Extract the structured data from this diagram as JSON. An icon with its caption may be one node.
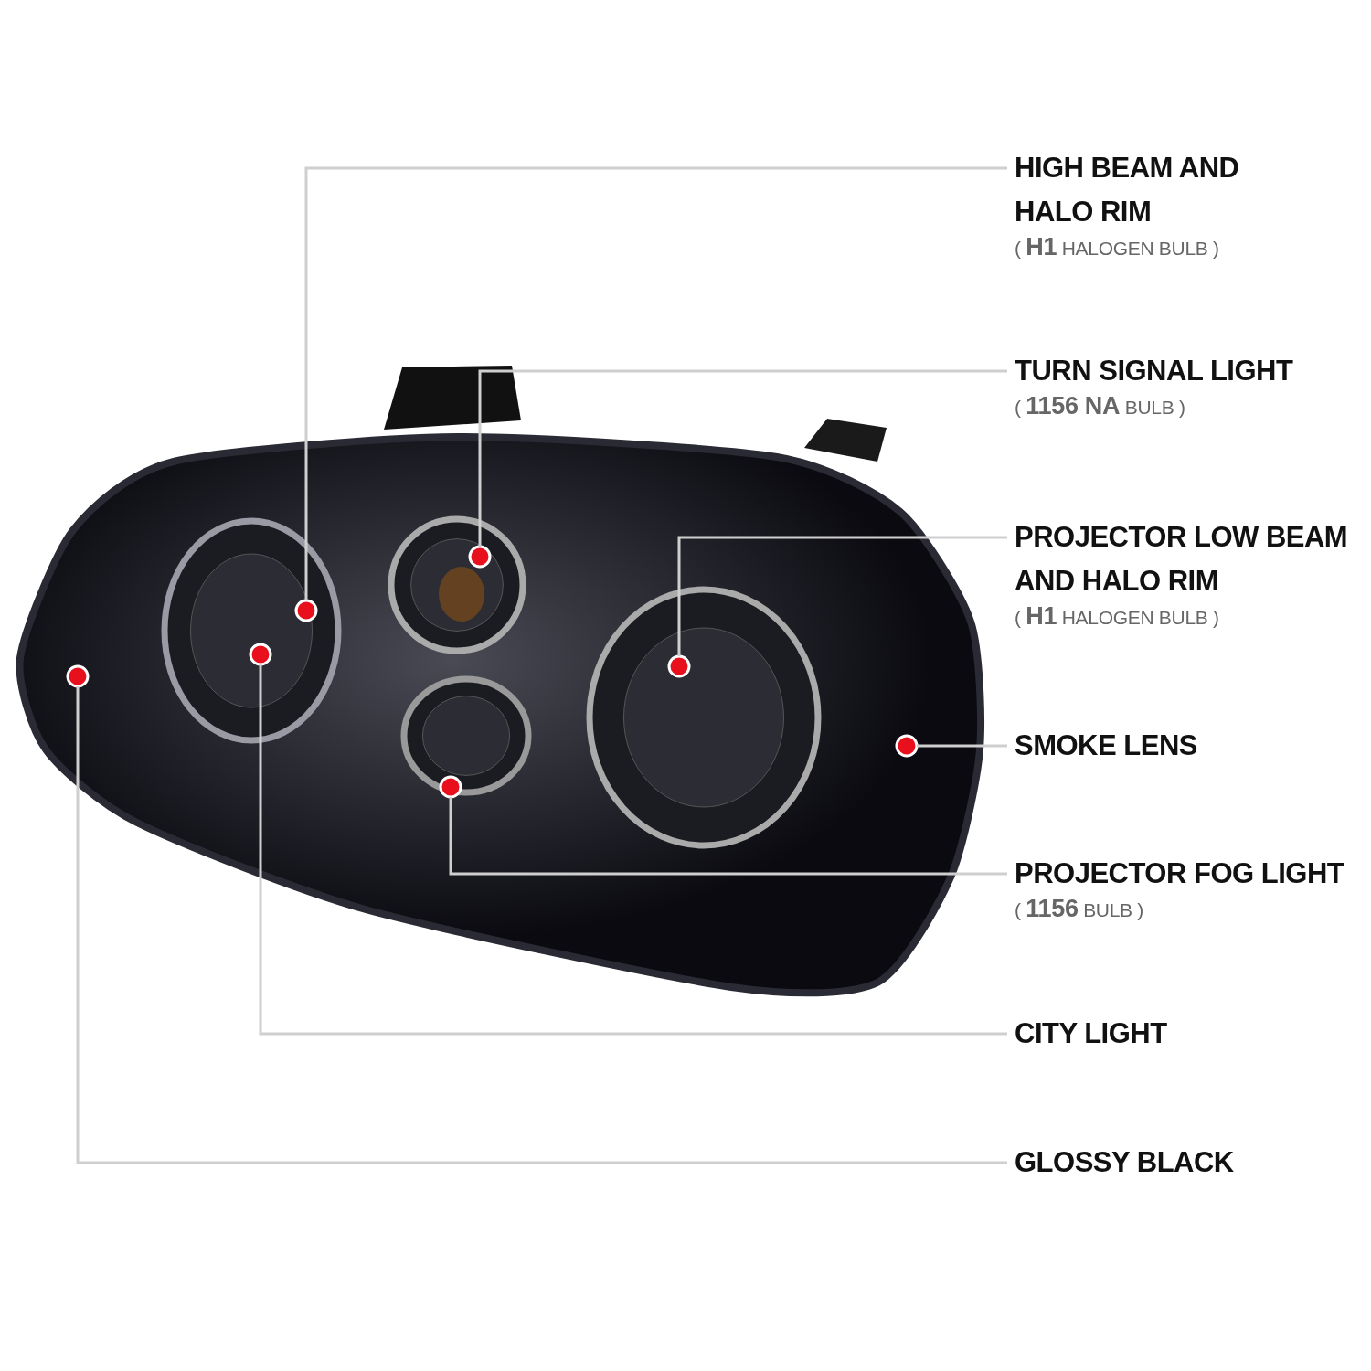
{
  "diagram": {
    "nodes": [
      {
        "text": [],
        "shape": "picture"
      },
      {
        "text": [],
        "shape": "circle",
        "in": 0
      },
      {
        "text": [],
        "shape": "circle",
        "in": 0
      },
      {
        "text": [],
        "shape": "circle",
        "in": 0
      },
      {
        "text": [],
        "shape": "circle",
        "in": 0
      },
      {
        "text": [],
        "shape": "circle",
        "in": 0
      },
      {
        "text": [],
        "shape": "circle",
        "in": 0
      },
      {
        "text": [],
        "shape": "circle",
        "in": 0
      },
      {
        "text": [
          "HIGH BEAM AND HALO RIM",
          "( **H1** HALOGEN BULB )"
        ]
      },
      {
        "text": [
          "TURN SIGNAL LIGHT",
          "( **1156 NA** BULB )"
        ]
      },
      {
        "text": [
          "PROJECTOR LOW BEAM AND HALO RIM",
          "( **H1** HALOGEN BULB )"
        ]
      },
      {
        "text": [
          "SMOKE LENS"
        ]
      },
      {
        "text": [
          "PROJECTOR FOG LIGHT",
          "( **1156** BULB )"
        ]
      },
      {
        "text": [
          "CITY LIGHT"
        ]
      },
      {
        "text": [
          "GLOSSY BLACK"
        ]
      }
    ],
    "edges": [
      {
        "from": 8,
        "to": 3,
        "arrow": "none"
      },
      {
        "from": 9,
        "to": 5,
        "arrow": "none"
      },
      {
        "from": 10,
        "to": 6,
        "arrow": "none"
      },
      {
        "from": 11,
        "to": 7,
        "arrow": "none"
      },
      {
        "from": 12,
        "to": 4,
        "arrow": "none"
      },
      {
        "from": 13,
        "to": 2,
        "arrow": "none"
      },
      {
        "from": 14,
        "to": 1,
        "arrow": "none"
      }
    ]
  }
}
